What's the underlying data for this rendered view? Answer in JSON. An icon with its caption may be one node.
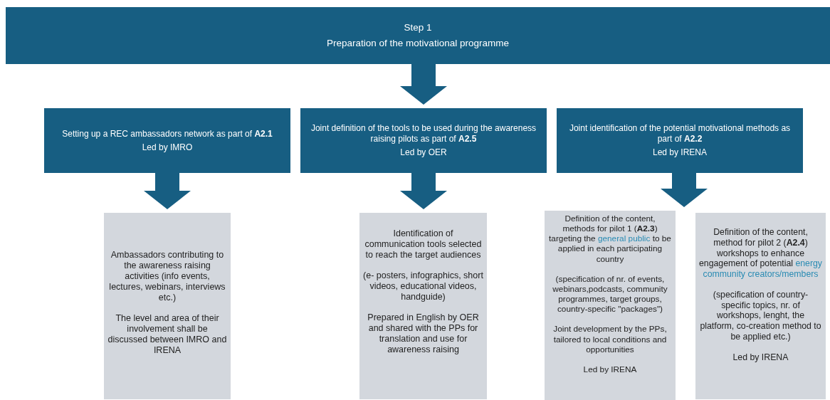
{
  "diagram": {
    "nodes": [
      {
        "text": [
          "Step 1",
          "Preparation of the motivational programme"
        ]
      },
      {
        "text": [
          "Setting up a REC ambassadors network as part of **A2.1**",
          "Led by IMRO"
        ]
      },
      {
        "text": [
          "Joint definition of the tools to be used during the awareness raising pilots as part of **A2.5**",
          "Led by OER"
        ]
      },
      {
        "text": [
          "Joint identification of the potential motivational methods as part of **A2.2**",
          "Led by IRENA"
        ]
      },
      {
        "text": [
          "Ambassadors contributing to the awareness raising activities (info events, lectures, webinars, interviews etc.)",
          "The level and area of their involvement shall be discussed between IMRO and IRENA"
        ]
      },
      {
        "text": [
          "Identification of communication tools selected to reach the target audiences",
          "(e- posters, infographics, short videos, educational videos, handguide)",
          "Prepared in English by OER and shared with the PPs for translation and use for awareness raising"
        ]
      },
      {
        "text": [
          "Definition of the content, methods for pilot 1 (**A2.3**) targeting the *general public* to be applied in each participating country",
          "(specification of nr. of events, webinars,podcasts, community programmes, target groups, country-specific \"packages\")",
          "Joint development by the PPs, tailored to local conditions and opportunities",
          "Led by IRENA"
        ]
      },
      {
        "text": [
          "Definition of the content, method for pilot 2 (**A2.4**) workshops to enhance engagement of potential *energy community creators/members*",
          "(specification of country-specific topics, nr. of workshops, lenght, the platform, co-creation method to be applied etc.)",
          "Led by IRENA"
        ]
      }
    ],
    "edges": [
      {
        "from": 0,
        "to": 2,
        "arrow": "to"
      },
      {
        "from": 1,
        "to": 4,
        "arrow": "to"
      },
      {
        "from": 2,
        "to": 5,
        "arrow": "to"
      },
      {
        "from": 3,
        "to": 6,
        "arrow": "to"
      },
      {
        "from": 3,
        "to": 7,
        "arrow": "to"
      }
    ]
  }
}
